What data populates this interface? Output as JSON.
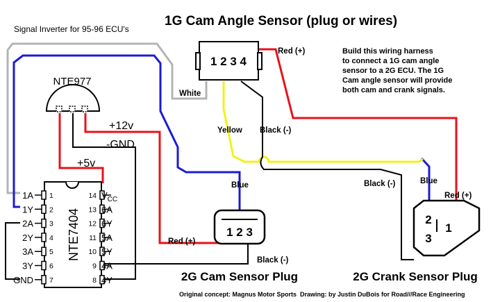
{
  "title": "1G Cam Angle Sensor (plug or wires)",
  "subtitle": "Signal Inverter for 95-96 ECU's",
  "note": [
    "Build this wiring harness",
    "to connect a 1G cam angle",
    "sensor to a 2G ECU.  The 1G",
    "Cam angle sensor will provide",
    "both cam and crank signals."
  ],
  "cam_angle_plug_pins": "1 2 3 4",
  "regulator": {
    "name": "NTE977"
  },
  "chip": {
    "name": "NTE7404"
  },
  "wire_labels": {
    "white": "White",
    "yellow": "Yellow",
    "black_top": "Black (-)",
    "red_top": "Red (+)",
    "plus12v": "+12v",
    "gnd": "-GND",
    "plus5v": "+5v",
    "blue_cam": "Blue",
    "blue_crank": "Blue",
    "black_crank": "Black (-)",
    "red_crank": "Red (+)",
    "red_cam": "Red (+)",
    "black_cam": "Black (-)"
  },
  "ic_left": [
    {
      "label": "1A",
      "num": "1"
    },
    {
      "label": "1Y",
      "num": "2"
    },
    {
      "label": "2A",
      "num": "3"
    },
    {
      "label": "2Y",
      "num": "4"
    },
    {
      "label": "3A",
      "num": "5"
    },
    {
      "label": "3Y",
      "num": "6"
    },
    {
      "label": "GND",
      "num": "7"
    }
  ],
  "ic_right": [
    {
      "label": "V",
      "sub": "CC",
      "num": "14"
    },
    {
      "label": "6A",
      "num": "13"
    },
    {
      "label": "6Y",
      "num": "12"
    },
    {
      "label": "5A",
      "num": "11"
    },
    {
      "label": "5Y",
      "num": "10"
    },
    {
      "label": "4A",
      "num": "9"
    },
    {
      "label": "4Y",
      "num": "8"
    }
  ],
  "cam_sensor_plug": {
    "pins": "1 2 3",
    "label": "2G Cam Sensor Plug"
  },
  "crank_sensor_plug": {
    "pin_2": "2",
    "pin_1": "1",
    "pin_3": "3",
    "label": "2G Crank Sensor Plug"
  },
  "credits": {
    "left": "Original concept: Magnus Motor Sports",
    "right": "Drawing: by Justin DuBois for Road///Race Engineering"
  },
  "colors": {
    "red": "#e8111a",
    "blue": "#1b1bd4",
    "yellow": "#f2f21a",
    "gray": "#b4b4b4",
    "black": "#000000"
  }
}
